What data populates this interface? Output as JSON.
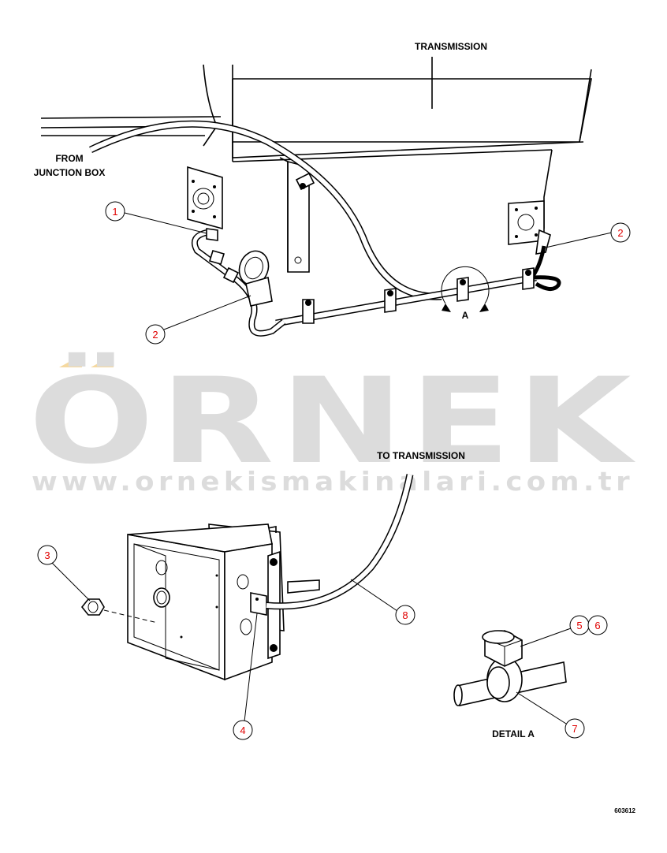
{
  "labels": {
    "transmission": "TRANSMISSION",
    "from_junction_line1": "FROM",
    "from_junction_line2": "JUNCTION BOX",
    "detail_marker": "A",
    "to_transmission": "TO TRANSMISSION",
    "detail_a": "DETAIL A",
    "drawing_number": "603612"
  },
  "callouts": {
    "c1": "1",
    "c2a": "2",
    "c2b": "2",
    "c3": "3",
    "c4": "4",
    "c5": "5",
    "c6": "6",
    "c7": "7",
    "c8": "8"
  },
  "watermark": {
    "brand": "ÖRNEK",
    "url": "www.ornekismakinalari.com.tr",
    "accent_color": "#f5d9a0",
    "text_color": "#dcdcdc"
  }
}
